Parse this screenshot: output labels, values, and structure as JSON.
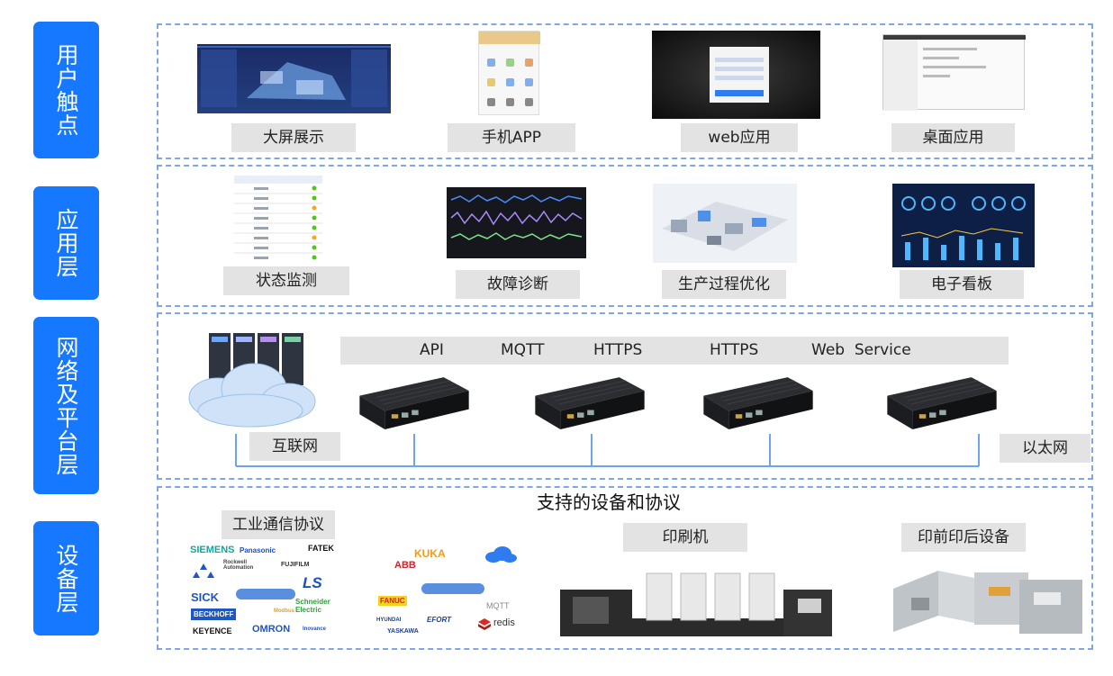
{
  "layers": {
    "user": "用户触点",
    "app": "应用层",
    "network": "网络及平台层",
    "device": "设备层"
  },
  "user_touchpoints": {
    "bigscreen": "大屏展示",
    "mobile": "手机APP",
    "web": "web应用",
    "desktop": "桌面应用"
  },
  "applications": {
    "status": "状态监测",
    "fault": "故障诊断",
    "process": "生产过程优化",
    "board": "电子看板"
  },
  "network": {
    "protocols": [
      "API",
      "MQTT",
      "HTTPS",
      "HTTPS",
      "Web  Service"
    ],
    "internet": "互联网",
    "ethernet": "以太网"
  },
  "devices": {
    "heading": "支持的设备和协议",
    "industrial_protocols": "工业通信协议",
    "press": "印刷机",
    "prepress": "印前印后设备",
    "brand_logos": [
      "SIEMENS",
      "Panasonic",
      "FATEK",
      "Rockwell Automation",
      "FUJIFILM",
      "LS",
      "SICK",
      "Schneider Electric",
      "BECKHOFF",
      "OMRON",
      "KEYENCE",
      "Inovance",
      "KUKA",
      "ABB",
      "FANUC",
      "HYUNDAI",
      "EFORT",
      "YASKAWA",
      "MQTT",
      "redis",
      "Modbus"
    ]
  },
  "colors": {
    "accent": "#1677ff",
    "dash": "#7fa6e6",
    "label_bg": "#e3e3e3"
  }
}
